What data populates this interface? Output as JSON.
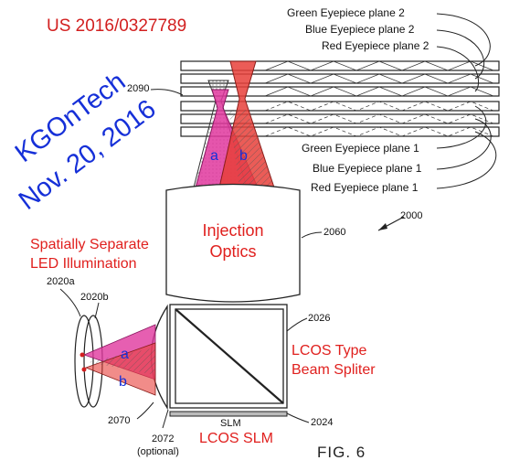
{
  "patent_number": "US 2016/0327789",
  "watermark": {
    "line1": "KGOnTech",
    "line2": "Nov. 20, 2016"
  },
  "eyepiece_planes": {
    "plane2": [
      "Green Eyepiece plane 2",
      "Blue Eyepiece plane 2",
      "Red  Eyepiece plane 2"
    ],
    "plane1": [
      "Green Eyepiece plane 1",
      "Blue Eyepiece plane 1",
      "Red Eyepiece plane 1"
    ]
  },
  "beam_labels": {
    "a": "a",
    "b": "b"
  },
  "components": {
    "injection_optics": "Injection Optics",
    "led_illumination_line1": "Spatially Separate",
    "led_illumination_line2": "LED Illumination",
    "beam_splitter_line1": "LCOS Type",
    "beam_splitter_line2": "Beam Spliter",
    "lcos_slm": "LCOS SLM",
    "slm": "SLM",
    "optional": "(optional)"
  },
  "reference_numerals": {
    "r2090": "2090",
    "r2000": "2000",
    "r2060": "2060",
    "r2020a": "2020a",
    "r2020b": "2020b",
    "r2026": "2026",
    "r2070": "2070",
    "r2072": "2072",
    "r2024": "2024"
  },
  "figure_label": "FIG. 6",
  "colors": {
    "red_text": "#e0201e",
    "blue_text": "#1630d8",
    "magenta_beam": "#e0379e",
    "red_beam": "#e8403a",
    "line": "#222222"
  }
}
